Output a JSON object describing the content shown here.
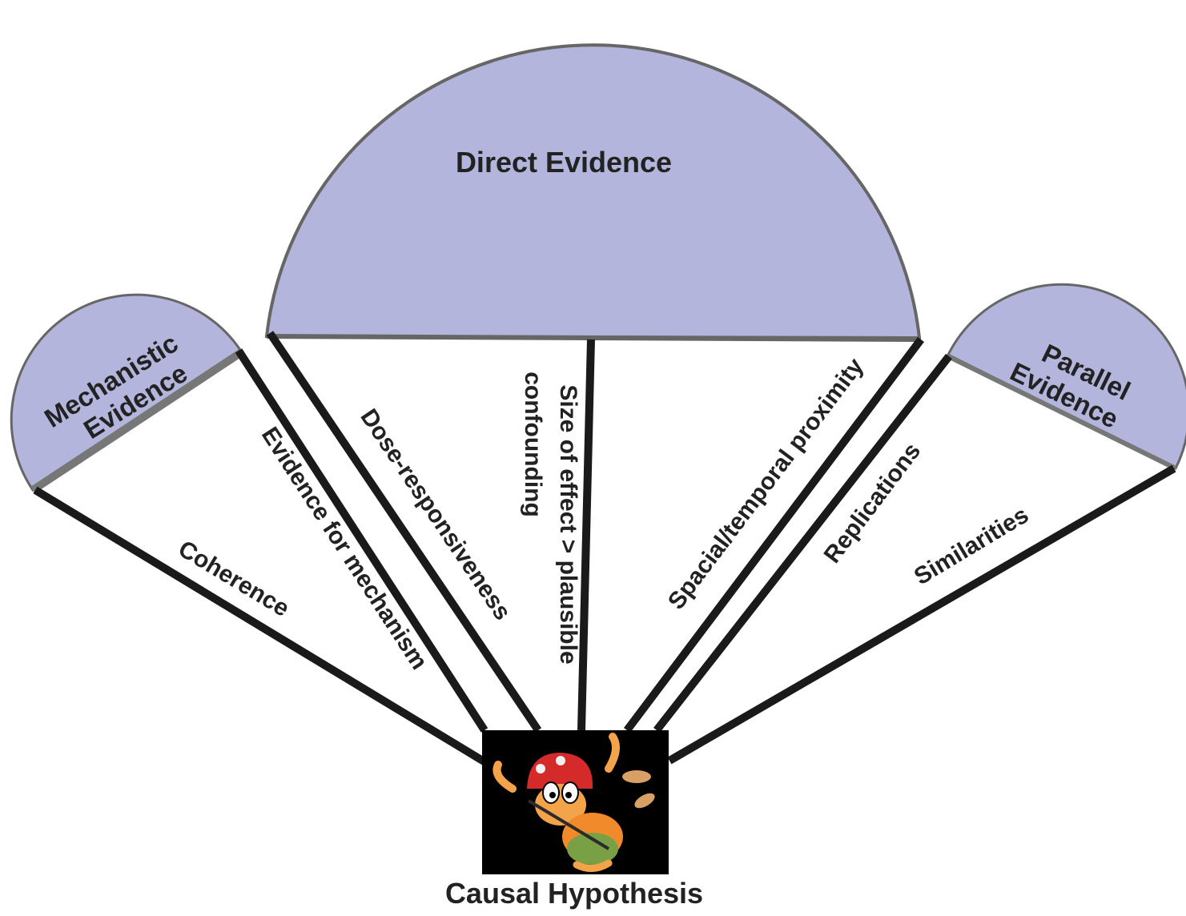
{
  "diagram": {
    "canopies": {
      "direct": "Direct Evidence",
      "mechanistic_line1": "Mechanistic",
      "mechanistic_line2": "Evidence",
      "parallel_line1": "Parallel",
      "parallel_line2": "Evidence"
    },
    "strings": {
      "coherence": "Coherence",
      "evidence_for_mechanism": "Evidence for mechanism",
      "dose_responsiveness": "Dose-responsiveness",
      "size_of_effect_line1": "Size of effect > plausible",
      "size_of_effect_line2": "confounding",
      "spatial_temporal_proximity": "Spacial/temporal proximity",
      "replications": "Replications",
      "similarities": "Similarities"
    },
    "caption": "Causal Hypothesis",
    "colors": {
      "canopy_fill": "#b3b5dc",
      "canopy_edge": "#666666",
      "string": "#1a1a1a",
      "box": "#000000"
    }
  }
}
